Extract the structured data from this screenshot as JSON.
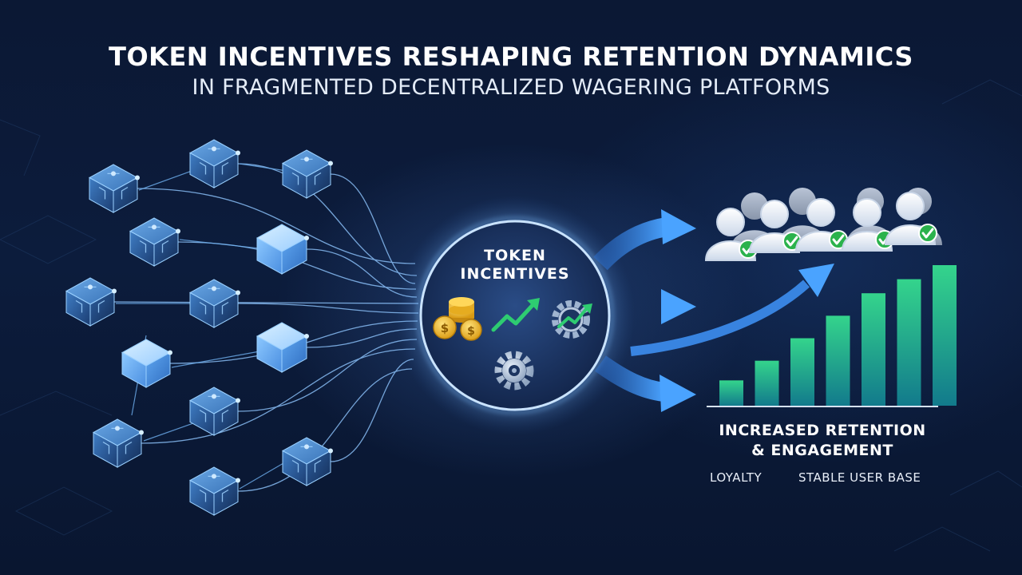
{
  "title": "TOKEN INCENTIVES RESHAPING RETENTION DYNAMICS",
  "subtitle": "IN FRAGMENTED DECENTRALIZED WAGERING PLATFORMS",
  "center": {
    "line1": "TOKEN",
    "line2": "INCENTIVES"
  },
  "result": {
    "line1": "INCREASED RETENTION",
    "line2": "& ENGAGEMENT"
  },
  "labels": {
    "loyalty": "LOYALTY",
    "stable": "STABLE USER BASE"
  },
  "growth_chart": {
    "bar_count": 7,
    "relative_heights": [
      0.18,
      0.32,
      0.48,
      0.64,
      0.8,
      0.9,
      1.0
    ]
  },
  "users": {
    "count": 5,
    "status": "verified"
  },
  "colors": {
    "background": "#0b1834",
    "accent_blue": "#3d8ef0",
    "node_blue": "#5aa8e8",
    "coin_gold": "#f3c232",
    "growth_green": "#2ecc71",
    "bar_teal": "#1aa3a3",
    "check_green": "#2bb24c"
  },
  "icons": [
    "coin-stack-icon",
    "trend-up-icon",
    "gear-arrow-icon",
    "gear-icon",
    "user-icon",
    "check-icon",
    "network-node-icon"
  ]
}
